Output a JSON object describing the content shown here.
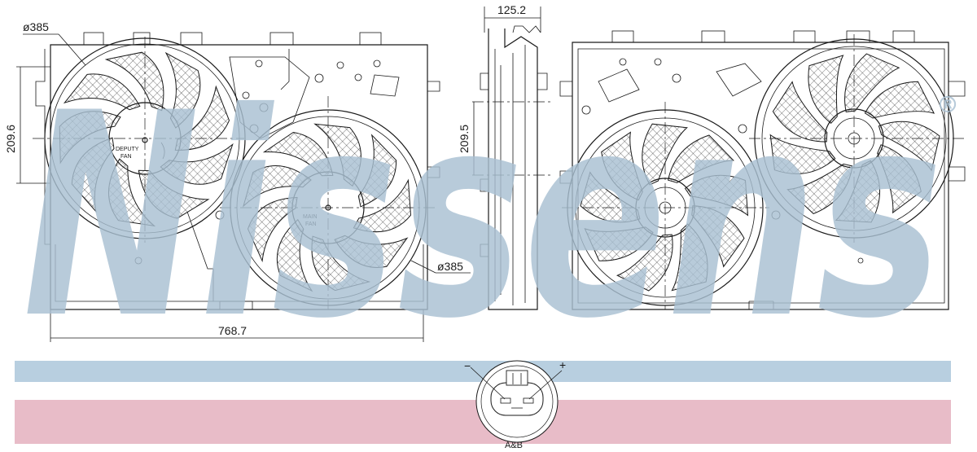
{
  "watermark": {
    "brand": "Nissens",
    "registered_mark": "®"
  },
  "dimensions": {
    "fan_diameter_left": "ø385",
    "fan_diameter_right": "ø385",
    "height_left": "209.6",
    "depth_top": "125.2",
    "height_side": "209.5",
    "overall_width": "768.7"
  },
  "fan_labels": {
    "deputy_line1": "DEPUTY",
    "deputy_line2": "FAN",
    "main_line1": "MAIN",
    "main_line2": "FAN"
  },
  "connector": {
    "minus": "−",
    "plus": "+",
    "caption": "A&B"
  },
  "bands": {
    "top_color": "#b8cfe0",
    "bottom_color": "#e8bcc8"
  }
}
